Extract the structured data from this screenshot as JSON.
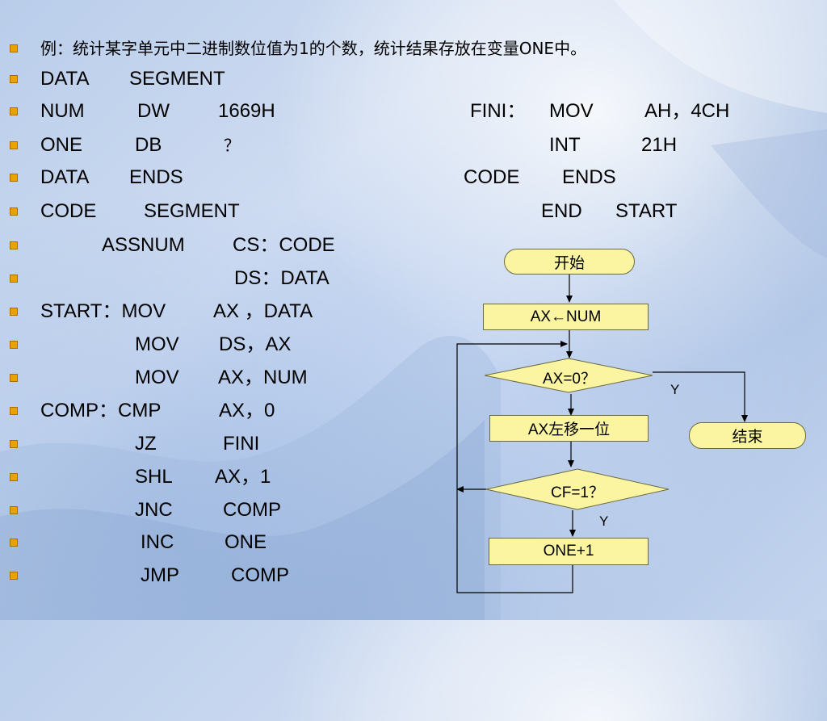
{
  "slide": {
    "lines": [
      {
        "segments": [
          "例：统计某字单元中二进制数位值为1的个数，统计结果存放在变量ONE中。"
        ]
      },
      {
        "segments": [
          "DATA",
          "SEGMENT"
        ]
      },
      {
        "segments": [
          "NUM",
          "DW",
          "1669H",
          "FINI：",
          "MOV",
          "AH，4CH"
        ]
      },
      {
        "segments": [
          "ONE",
          "DB",
          "？",
          "INT",
          "21H"
        ]
      },
      {
        "segments": [
          "DATA",
          "ENDS",
          "CODE",
          "ENDS"
        ]
      },
      {
        "segments": [
          "CODE",
          "SEGMENT",
          "END",
          "START"
        ]
      },
      {
        "segments": [
          "ASSNUM",
          "CS：CODE"
        ]
      },
      {
        "segments": [
          "DS：DATA"
        ]
      },
      {
        "segments": [
          "START：MOV",
          "AX ，DATA"
        ]
      },
      {
        "segments": [
          "MOV",
          "DS，AX"
        ]
      },
      {
        "segments": [
          "MOV",
          "AX，NUM"
        ]
      },
      {
        "segments": [
          "COMP：CMP",
          "AX，0"
        ]
      },
      {
        "segments": [
          "JZ",
          "FINI"
        ]
      },
      {
        "segments": [
          "SHL",
          "AX，1"
        ]
      },
      {
        "segments": [
          "JNC",
          "COMP"
        ]
      },
      {
        "segments": [
          "INC",
          "ONE"
        ]
      },
      {
        "segments": [
          "JMP",
          "COMP"
        ]
      }
    ]
  },
  "flowchart": {
    "start": "开始",
    "load": "AX←NUM",
    "test_zero": "AX=0？",
    "shift": "AX左移一位",
    "test_cf": "CF=1？",
    "increment": "ONE+1",
    "end": "结束",
    "yes_zero": "Y",
    "yes_cf": "Y"
  },
  "colors": {
    "bullet": "#e8a300",
    "box_fill": "#fbf5a2",
    "text": "#000000"
  }
}
